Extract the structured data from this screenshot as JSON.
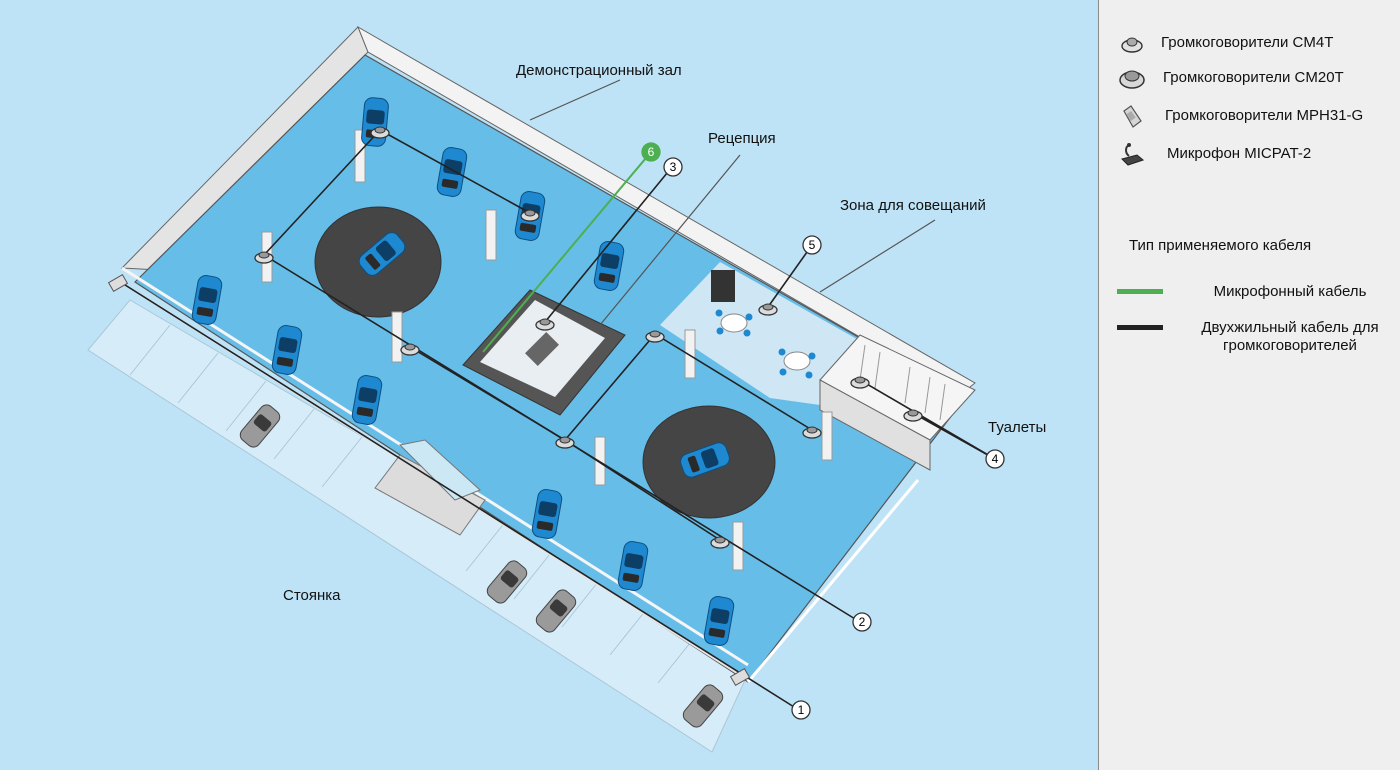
{
  "labels": {
    "showroom": "Демонстрационный зал",
    "reception": "Рецепция",
    "meeting_zone": "Зона для совещаний",
    "toilets": "Туалеты",
    "parking": "Стоянка"
  },
  "zone_numbers": [
    "1",
    "2",
    "3",
    "4",
    "5",
    "6"
  ],
  "legend": {
    "items": [
      {
        "icon": "ceiling-speaker-small-icon",
        "label": "Громкоговорители CM4T"
      },
      {
        "icon": "ceiling-speaker-large-icon",
        "label": "Громкоговорители CM20T"
      },
      {
        "icon": "horn-speaker-icon",
        "label": "Громкоговорители MPH31-G"
      },
      {
        "icon": "desk-microphone-icon",
        "label": "Микрофон MICPAT-2"
      }
    ],
    "cable_title": "Тип применяемого кабеля",
    "cables": [
      {
        "label": "Микрофонный кабель",
        "color": "#4caf50"
      },
      {
        "label": "Двухжильный кабель для громкоговорителей",
        "color": "#222222"
      }
    ]
  },
  "colors": {
    "background": "#bfe3f6",
    "floor": "#66bde8",
    "meeting_floor": "#cfe6f5",
    "car": "#1e88d0",
    "turntable": "#454545",
    "mic_cable": "#4caf50",
    "speaker_cable": "#222222"
  }
}
